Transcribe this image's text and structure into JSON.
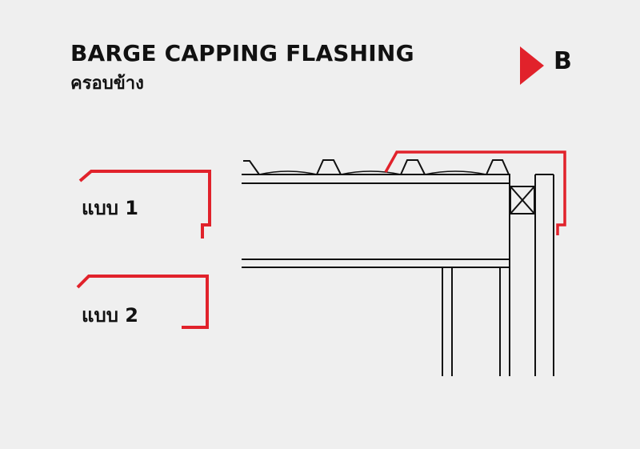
{
  "header": {
    "title": "BARGE CAPPING FLASHING",
    "subtitle": "ครอบข้าง"
  },
  "section": {
    "letter": "B",
    "marker_color": "#e1222b"
  },
  "variants": [
    {
      "label": "แบบ 1"
    },
    {
      "label": "แบบ 2"
    }
  ],
  "colors": {
    "background": "#efefef",
    "flashing": "#e1222b",
    "linework": "#111111"
  }
}
